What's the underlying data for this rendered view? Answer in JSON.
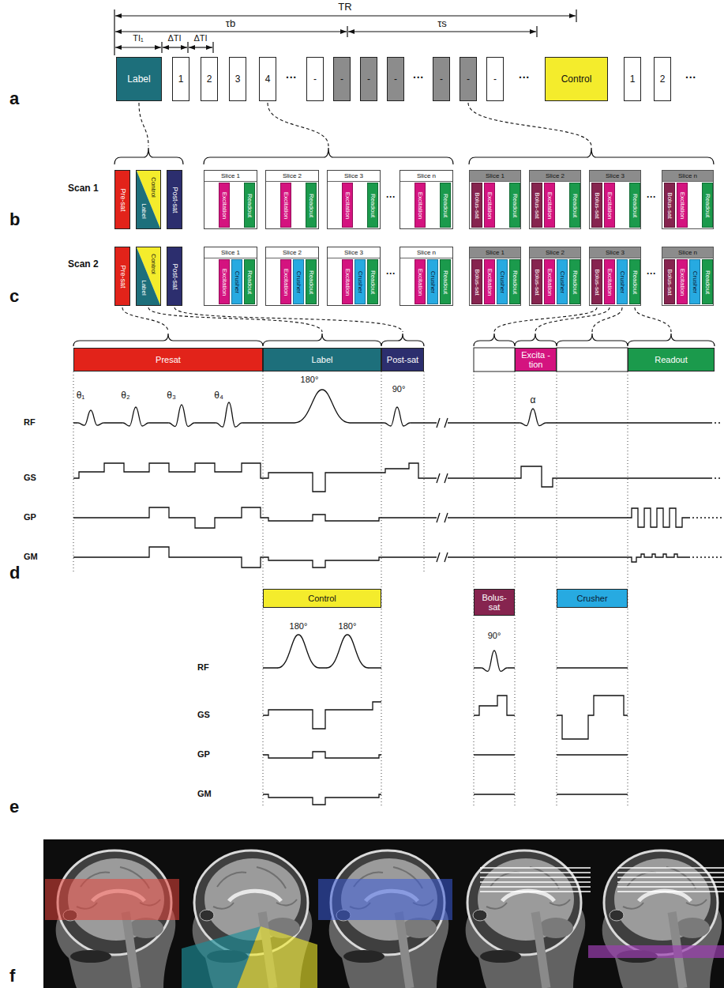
{
  "diagram": {
    "nodes": [
      {
        "text": [
          "Label"
        ]
      },
      {
        "text": [
          "1"
        ]
      },
      {
        "text": [
          "2"
        ]
      },
      {
        "text": [
          "3"
        ]
      },
      {
        "text": [
          "4"
        ]
      },
      {
        "text": [
          "-"
        ]
      },
      {
        "text": [
          "-"
        ]
      },
      {
        "text": [
          "-"
        ]
      },
      {
        "text": [
          "-"
        ]
      },
      {
        "text": [
          "-"
        ]
      },
      {
        "text": [
          "-"
        ]
      },
      {
        "text": [
          "-"
        ]
      },
      {
        "text": [
          "Control"
        ]
      },
      {
        "text": [
          "1"
        ]
      },
      {
        "text": [
          "2"
        ]
      },
      {
        "text": [
          "Pre-sat"
        ]
      },
      {
        "text": [
          "Control",
          "Label"
        ]
      },
      {
        "text": [
          "Post-sat"
        ]
      },
      {
        "text": [
          "Slice 1"
        ]
      },
      {
        "text": [
          "Excitation"
        ],
        "in": 18
      },
      {
        "text": [
          "Readout"
        ],
        "in": 18
      },
      {
        "text": [
          "Slice 2"
        ]
      },
      {
        "text": [
          "Excitation"
        ],
        "in": 21
      },
      {
        "text": [
          "Readout"
        ],
        "in": 21
      },
      {
        "text": [
          "Slice 3"
        ]
      },
      {
        "text": [
          "Excitation"
        ],
        "in": 24
      },
      {
        "text": [
          "Readout"
        ],
        "in": 24
      },
      {
        "text": [
          "Slice n"
        ]
      },
      {
        "text": [
          "Excitation"
        ],
        "in": 27
      },
      {
        "text": [
          "Readout"
        ],
        "in": 27
      },
      {
        "text": [
          "Slice 1"
        ]
      },
      {
        "text": [
          "Bolus-sat"
        ],
        "in": 30
      },
      {
        "text": [
          "Excitation"
        ],
        "in": 30
      },
      {
        "text": [
          "Readout"
        ],
        "in": 30
      },
      {
        "text": [
          "Slice 2"
        ]
      },
      {
        "text": [
          "Bolus-sat"
        ],
        "in": 34
      },
      {
        "text": [
          "Excitation"
        ],
        "in": 34
      },
      {
        "text": [
          "Readout"
        ],
        "in": 34
      },
      {
        "text": [
          "Slice 3"
        ]
      },
      {
        "text": [
          "Bolus-sat"
        ],
        "in": 38
      },
      {
        "text": [
          "Excitation"
        ],
        "in": 38
      },
      {
        "text": [
          "Readout"
        ],
        "in": 38
      },
      {
        "text": [
          "Slice n"
        ]
      },
      {
        "text": [
          "Bolus-sat"
        ],
        "in": 42
      },
      {
        "text": [
          "Excitation"
        ],
        "in": 42
      },
      {
        "text": [
          "Readout"
        ],
        "in": 42
      },
      {
        "text": [
          "Pre-sat"
        ]
      },
      {
        "text": [
          "Control",
          "Label"
        ]
      },
      {
        "text": [
          "Post-sat"
        ]
      },
      {
        "text": [
          "Slice 1"
        ]
      },
      {
        "text": [
          "Excitation"
        ],
        "in": 49
      },
      {
        "text": [
          "Crusher"
        ],
        "in": 49
      },
      {
        "text": [
          "Readout"
        ],
        "in": 49
      },
      {
        "text": [
          "Slice 2"
        ]
      },
      {
        "text": [
          "Excitation"
        ],
        "in": 53
      },
      {
        "text": [
          "Crusher"
        ],
        "in": 53
      },
      {
        "text": [
          "Readout"
        ],
        "in": 53
      },
      {
        "text": [
          "Slice 3"
        ]
      },
      {
        "text": [
          "Excitation"
        ],
        "in": 57
      },
      {
        "text": [
          "Crusher"
        ],
        "in": 57
      },
      {
        "text": [
          "Readout"
        ],
        "in": 57
      },
      {
        "text": [
          "Slice n"
        ]
      },
      {
        "text": [
          "Excitation"
        ],
        "in": 61
      },
      {
        "text": [
          "Crusher"
        ],
        "in": 61
      },
      {
        "text": [
          "Readout"
        ],
        "in": 61
      },
      {
        "text": [
          "Slice 1"
        ]
      },
      {
        "text": [
          "Bolus-sat"
        ],
        "in": 65
      },
      {
        "text": [
          "Excitation"
        ],
        "in": 65
      },
      {
        "text": [
          "Crusher"
        ],
        "in": 65
      },
      {
        "text": [
          "Readout"
        ],
        "in": 65
      },
      {
        "text": [
          "Slice 2"
        ]
      },
      {
        "text": [
          "Bolus-sat"
        ],
        "in": 70
      },
      {
        "text": [
          "Excitation"
        ],
        "in": 70
      },
      {
        "text": [
          "Crusher"
        ],
        "in": 70
      },
      {
        "text": [
          "Readout"
        ],
        "in": 70
      },
      {
        "text": [
          "Slice 3"
        ]
      },
      {
        "text": [
          "Bolus-sat"
        ],
        "in": 75
      },
      {
        "text": [
          "Excitation"
        ],
        "in": 75
      },
      {
        "text": [
          "Crusher"
        ],
        "in": 75
      },
      {
        "text": [
          "Readout"
        ],
        "in": 75
      },
      {
        "text": [
          "Slice n"
        ]
      },
      {
        "text": [
          "Bolus-sat"
        ],
        "in": 80
      },
      {
        "text": [
          "Excitation"
        ],
        "in": 80
      },
      {
        "text": [
          "Crusher"
        ],
        "in": 80
      },
      {
        "text": [
          "Readout"
        ],
        "in": 80
      },
      {
        "text": [
          "Presat"
        ]
      },
      {
        "text": [
          "Label"
        ]
      },
      {
        "text": [
          "Post-sat"
        ]
      },
      {
        "text": [
          "Excita -tion"
        ]
      },
      {
        "text": [
          "Readout"
        ]
      },
      {
        "text": [
          "Control"
        ]
      },
      {
        "text": [
          "Bolus- sat"
        ]
      },
      {
        "text": [
          "Crusher"
        ]
      }
    ],
    "labels": [
      "TR",
      "τb",
      "τs",
      "TI₁",
      "ΔTI",
      "ΔTI",
      "···",
      "···",
      "···",
      "···",
      "a",
      "Scan 1",
      "···",
      "···",
      "b",
      "Scan 2",
      "···",
      "···",
      "c",
      "θ₁",
      "θ₂",
      "θ₃",
      "θ₄",
      "180°",
      "90°",
      "α",
      "RF",
      "GS",
      "GP",
      "GM",
      "d",
      "180°",
      "180°",
      "90°",
      "RF",
      "GS",
      "GP",
      "GM",
      "e",
      "f"
    ]
  }
}
